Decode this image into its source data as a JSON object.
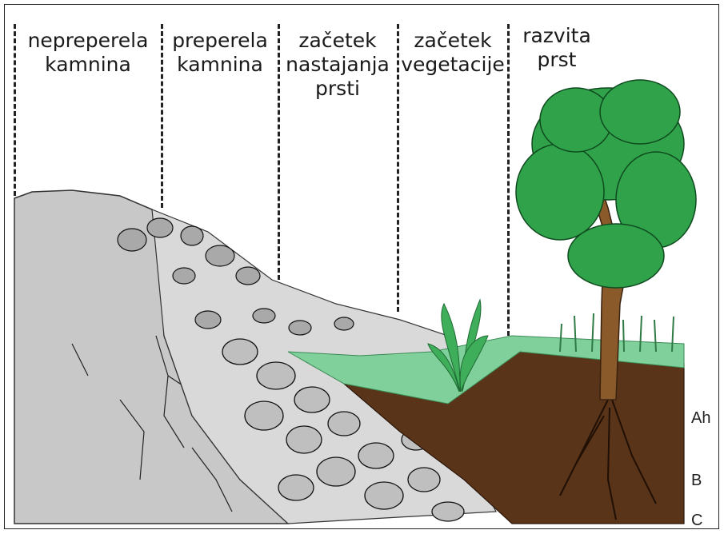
{
  "stages": [
    {
      "line1": "nepreperela",
      "line2": "kamnina",
      "line3": ""
    },
    {
      "line1": "preperela",
      "line2": "kamnina",
      "line3": ""
    },
    {
      "line1": "začetek",
      "line2": "nastajanja",
      "line3": "prsti"
    },
    {
      "line1": "začetek",
      "line2": "vegetacije",
      "line3": ""
    },
    {
      "line1": "razvita",
      "line2": "prst",
      "line3": ""
    }
  ],
  "horizons": {
    "ah": "Ah",
    "b": "B",
    "c": "C"
  },
  "colors": {
    "rock": "#c9c9c9",
    "rock_dark": "#2a2a2a",
    "soil": "#5a3418",
    "grass": "#6cc58a",
    "tree_leaves": "#2fa24a",
    "trunk": "#8a5a2b"
  }
}
